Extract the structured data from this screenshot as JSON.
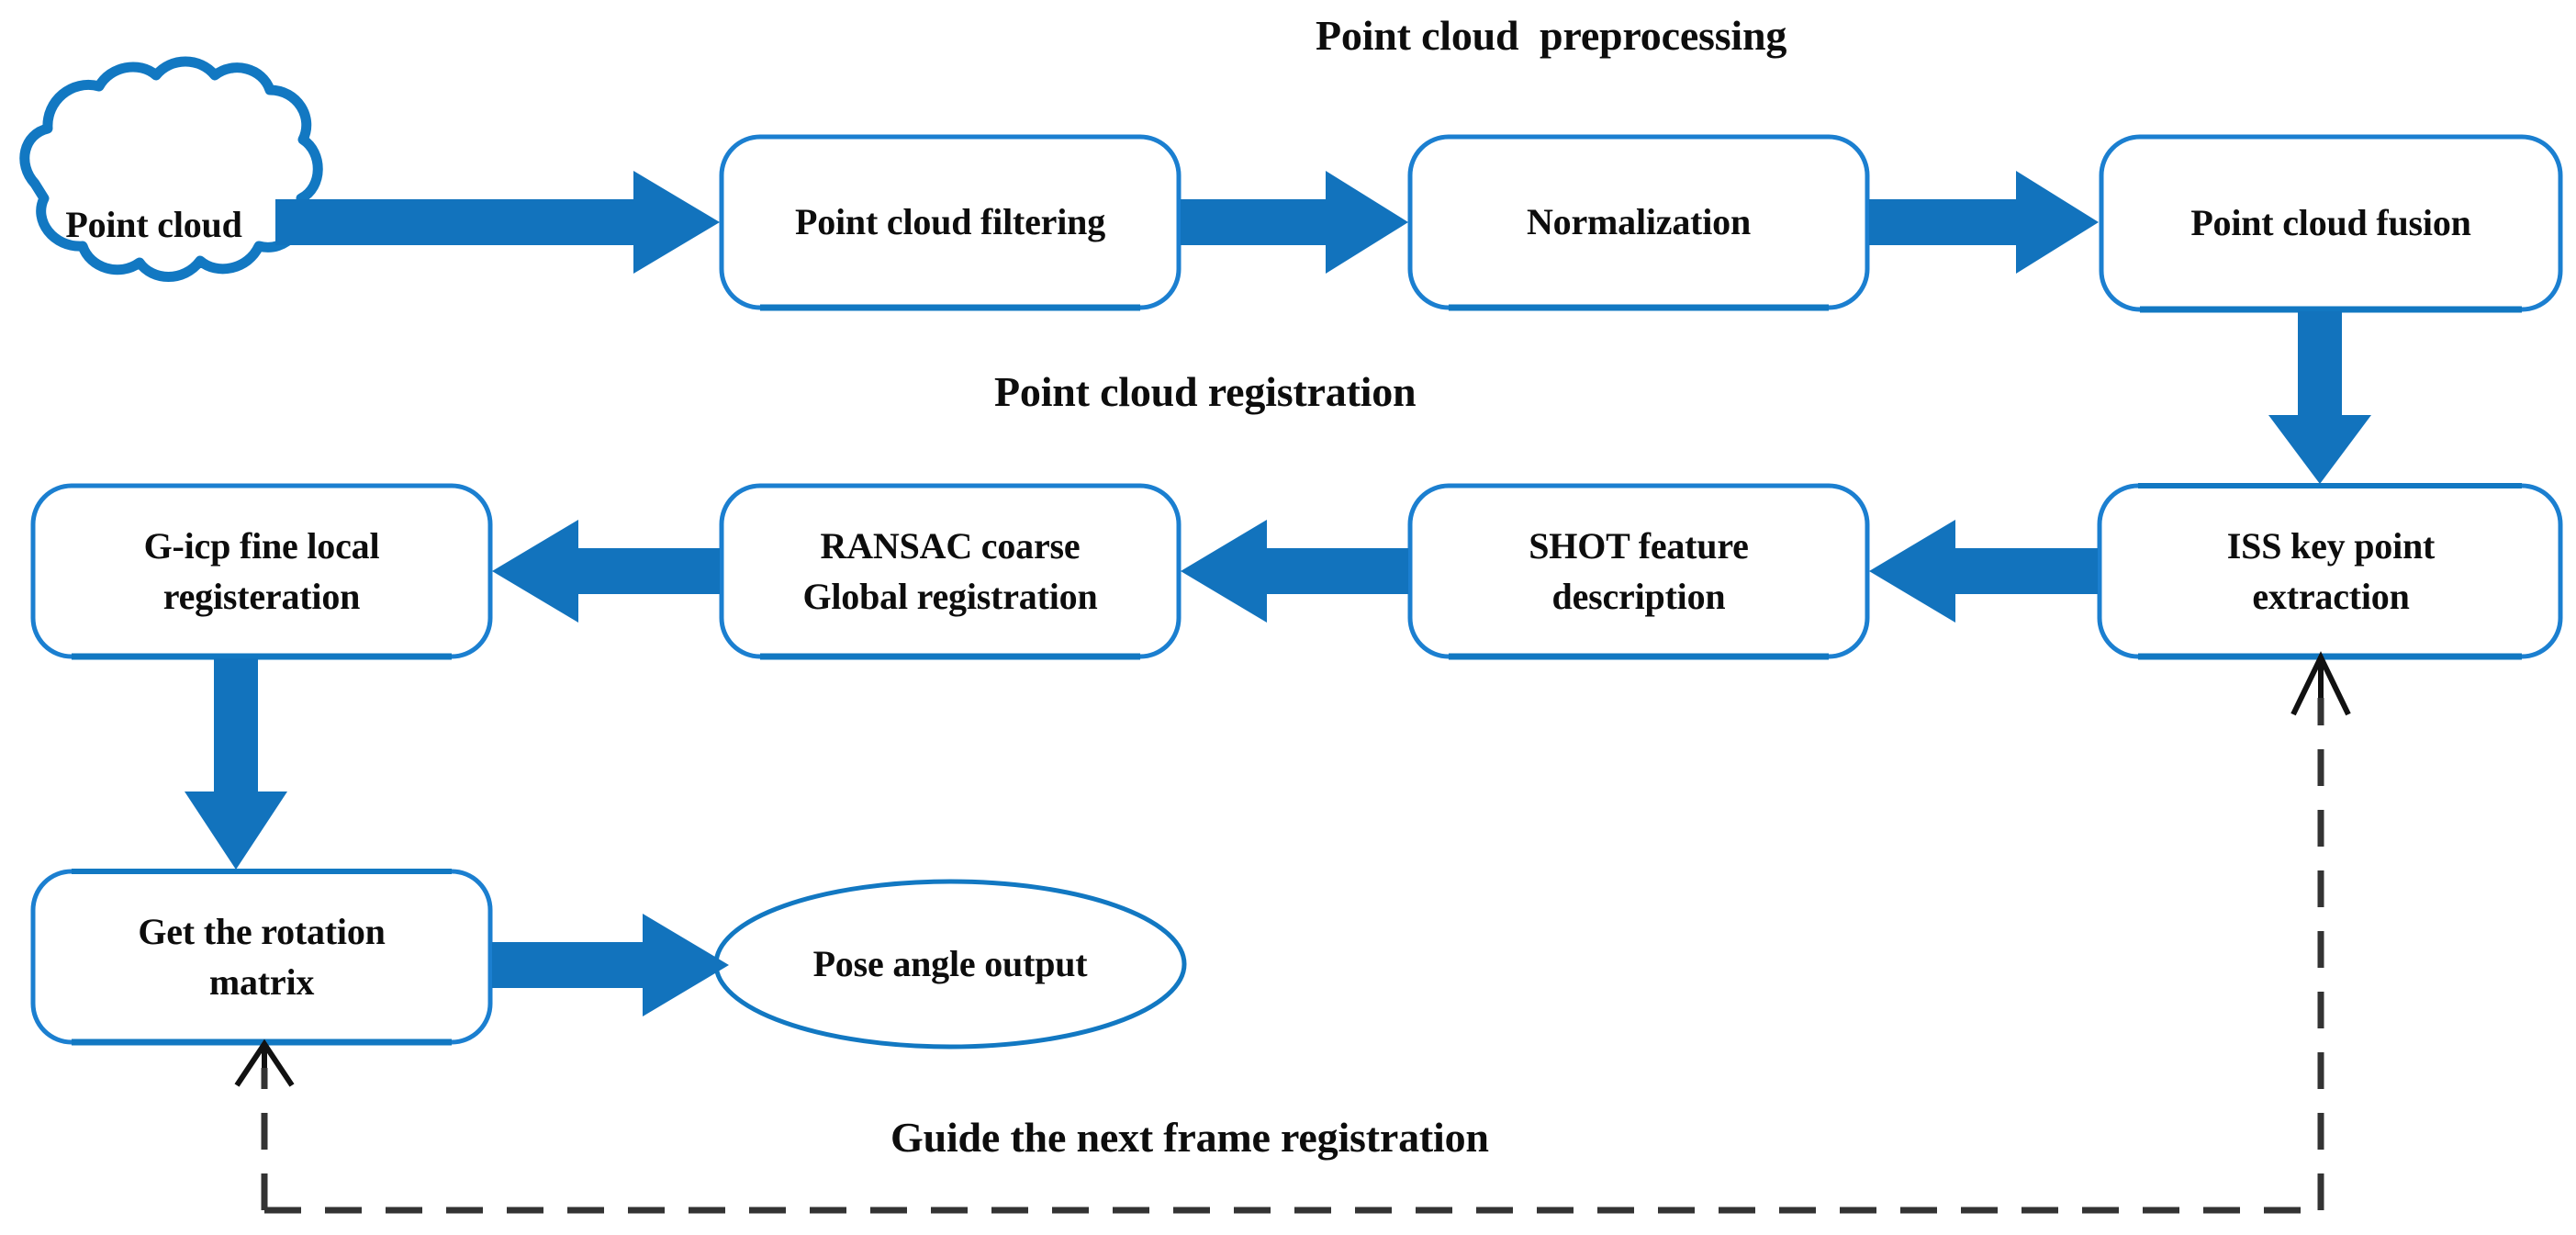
{
  "diagram": {
    "title_preprocessing": "Point cloud  preprocessing",
    "title_registration": "Point cloud registration",
    "caption_feedback": "Guide the next frame registration",
    "colors": {
      "accent_blue": "#1278C2",
      "border_blue": "#1B7FD0",
      "arrow_blue": "#1273BD",
      "text_black": "#0D0D0D",
      "dashed_gray": "#333333",
      "background": "#FFFFFF"
    },
    "nodes": [
      {
        "id": "point-cloud",
        "label": "Point cloud",
        "shape": "cloud"
      },
      {
        "id": "point-cloud-filtering",
        "label": "Point cloud filtering",
        "shape": "rounded-rect"
      },
      {
        "id": "normalization",
        "label": "Normalization",
        "shape": "rounded-rect"
      },
      {
        "id": "point-cloud-fusion",
        "label": "Point cloud fusion",
        "shape": "rounded-rect"
      },
      {
        "id": "iss-key-point-extraction",
        "label": "ISS key point\nextraction",
        "shape": "rounded-rect"
      },
      {
        "id": "shot-feature-description",
        "label": "SHOT feature\ndescription",
        "shape": "rounded-rect"
      },
      {
        "id": "ransac-coarse-global-registration",
        "label": "RANSAC coarse\nGlobal  registration",
        "shape": "rounded-rect"
      },
      {
        "id": "gicp-fine-local-registeration",
        "label": "G-icp fine local\nregisteration",
        "shape": "rounded-rect"
      },
      {
        "id": "get-the-rotation-matrix",
        "label": "Get the rotation\nmatrix",
        "shape": "rounded-rect"
      },
      {
        "id": "pose-angle-output",
        "label": "Pose angle output",
        "shape": "ellipse"
      }
    ],
    "edges": [
      {
        "from": "point-cloud",
        "to": "point-cloud-filtering",
        "style": "solid-block-arrow",
        "direction": "right"
      },
      {
        "from": "point-cloud-filtering",
        "to": "normalization",
        "style": "solid-block-arrow",
        "direction": "right"
      },
      {
        "from": "normalization",
        "to": "point-cloud-fusion",
        "style": "solid-block-arrow",
        "direction": "right"
      },
      {
        "from": "point-cloud-fusion",
        "to": "iss-key-point-extraction",
        "style": "solid-block-arrow",
        "direction": "down"
      },
      {
        "from": "iss-key-point-extraction",
        "to": "shot-feature-description",
        "style": "solid-block-arrow",
        "direction": "left"
      },
      {
        "from": "shot-feature-description",
        "to": "ransac-coarse-global-registration",
        "style": "solid-block-arrow",
        "direction": "left"
      },
      {
        "from": "ransac-coarse-global-registration",
        "to": "gicp-fine-local-registeration",
        "style": "solid-block-arrow",
        "direction": "left"
      },
      {
        "from": "gicp-fine-local-registeration",
        "to": "get-the-rotation-matrix",
        "style": "solid-block-arrow",
        "direction": "down"
      },
      {
        "from": "get-the-rotation-matrix",
        "to": "pose-angle-output",
        "style": "solid-block-arrow",
        "direction": "right"
      },
      {
        "from": "feedback-loop",
        "to": "get-the-rotation-matrix",
        "style": "dashed-line-arrow",
        "direction": "up",
        "label": "Guide the next frame registration"
      },
      {
        "from": "feedback-loop",
        "to": "iss-key-point-extraction",
        "style": "dashed-line-arrow",
        "direction": "up"
      }
    ]
  }
}
